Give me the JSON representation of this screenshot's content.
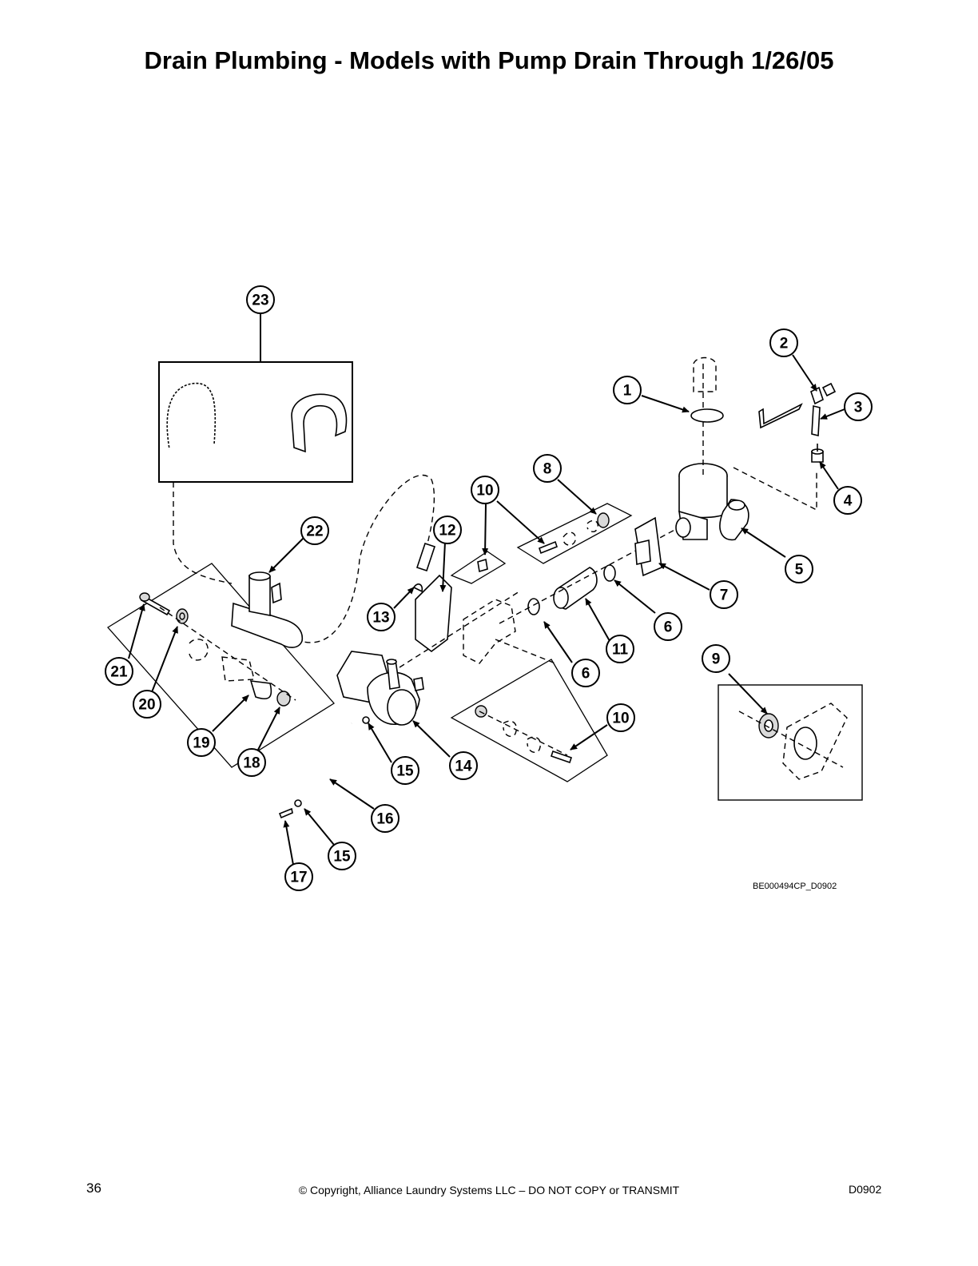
{
  "title": "Drain Plumbing - Models with Pump Drain Through 1/26/05",
  "drawing_code": "BE000494CP_D0902",
  "footer": {
    "page_number": "36",
    "copyright": "© Copyright, Alliance Laundry Systems LLC – DO NOT COPY or TRANSMIT",
    "doc_code": "D0902"
  },
  "callouts": {
    "c1": "1",
    "c2": "2",
    "c3": "3",
    "c4": "4",
    "c5": "5",
    "c6a": "6",
    "c6b": "6",
    "c7": "7",
    "c8": "8",
    "c9": "9",
    "c10a": "10",
    "c10b": "10",
    "c11": "11",
    "c12": "12",
    "c13": "13",
    "c14": "14",
    "c15a": "15",
    "c15b": "15",
    "c16": "16",
    "c17": "17",
    "c18": "18",
    "c19": "19",
    "c20": "20",
    "c21": "21",
    "c22": "22",
    "c23": "23"
  }
}
